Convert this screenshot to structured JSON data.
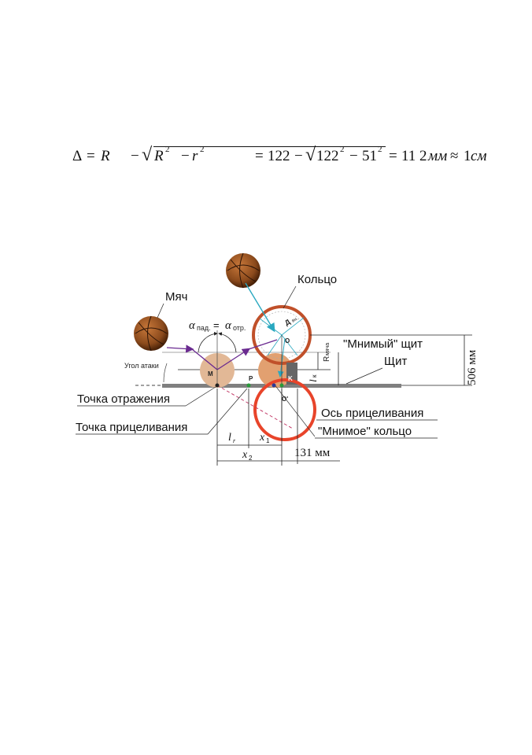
{
  "formula": {
    "delta": "Δ",
    "eq1": "=",
    "R": "R",
    "minus1": "−",
    "sqrt": "√",
    "R2": "R",
    "pow1": "2",
    "minus2": "−",
    "r": "r",
    "pow2": "2",
    "eq2": "=",
    "value1": "122",
    "minus3": "−",
    "sqrt2": "√",
    "value2": "122",
    "pow3": "2",
    "minus4": "−",
    "value3": "51",
    "pow4": "2",
    "eq3": "=",
    "result": "11 2",
    "unit1": "мм",
    "approx": "≈",
    "result2": "1",
    "unit2": "см"
  },
  "diagram": {
    "label_ring": "Кольцо",
    "label_ball": "Мяч",
    "label_alpha_in": "α",
    "label_alpha_in_sub": "пад.",
    "label_eq": "=",
    "label_alpha_out": "α",
    "label_alpha_out_sub": "отр.",
    "label_attack_angle": "Угол атаки",
    "label_imaginary_board": "\"Мнимый\" щит",
    "label_board": "Щит",
    "label_reflection_point": "Точка отражения",
    "label_aim_point": "Точка прицеливания",
    "label_aim_axis": "Ось прицеливания",
    "label_imaginary_ring": "\"Мнимое\" кольцо",
    "label_M": "M",
    "label_P": "P",
    "label_K": "K",
    "label_O": "O",
    "label_O2": "O'",
    "label_Dvn": "Д",
    "label_Dvn_sub": "вн.",
    "label_R_ball": "R",
    "label_R_ball_sub": "мяча",
    "label_lk": "l",
    "label_lk_sub": "к",
    "label_lr": "l",
    "label_lr_sub": "r",
    "label_x1": "x",
    "label_x1_sub": "1",
    "label_x2": "x",
    "label_x2_sub": "2",
    "dim_506": "506 мм",
    "dim_131": "131 мм",
    "colors": {
      "ring": "#c0502a",
      "imaginary_ring": "#e8442a",
      "ball": "#8b4a1c",
      "shadow_ball": "#e2b896",
      "board": "#808080",
      "trajectory": "#6a2a90",
      "cyan": "#2aa8c0"
    }
  }
}
